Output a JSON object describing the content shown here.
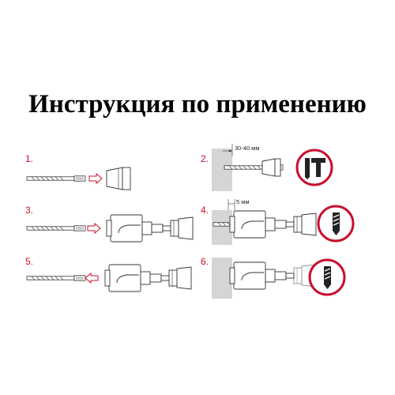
{
  "title": "Инструкция по применению",
  "steps": [
    {
      "number": "1."
    },
    {
      "number": "2.",
      "dimension": "30-40 мм"
    },
    {
      "number": "3."
    },
    {
      "number": "4.",
      "dimension": "5 мм"
    },
    {
      "number": "5."
    },
    {
      "number": "6."
    }
  ],
  "colors": {
    "accent_red": "#c8102e",
    "wall_gray": "#d5d5d5",
    "line_dark": "#333333"
  },
  "icons": [
    "drill-hammer-mode-icon",
    "drill-only-mode-icon",
    "drill-only-mode-icon"
  ]
}
